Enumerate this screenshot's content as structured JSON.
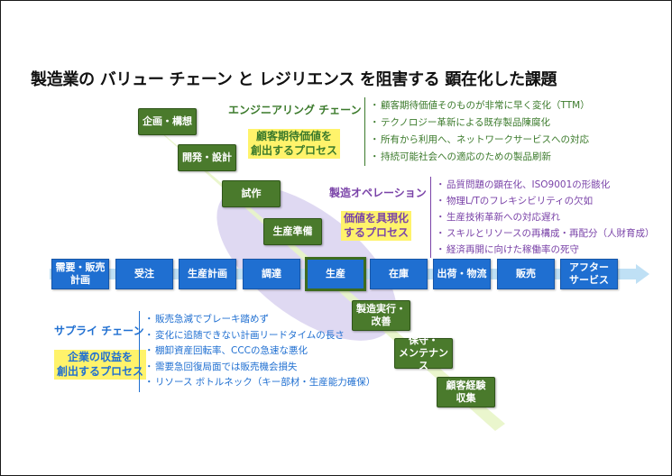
{
  "title": "製造業の バリュー チェーン と レジリエンス を阻害する 顕在化した課題",
  "engineering": {
    "label": "エンジニアリング チェーン",
    "highlight": [
      "顧客期待価値を",
      "創出するプロセス"
    ],
    "issues": [
      "顧客期待価値そのものが非常に早く変化（TTM）",
      "テクノロジー革新による既存製品陳腐化",
      "所有から利用へ、ネットワークサービスへの対応",
      "持続可能社会への適応のための製品刷新"
    ],
    "steps": [
      "企画・構想",
      "開発・設計",
      "試作",
      "生産準備"
    ]
  },
  "operation": {
    "label": "製造オペレーション",
    "highlight": [
      "価値を具現化",
      "するプロセス"
    ],
    "issues": [
      "品質問題の顕在化、ISO9001の形骸化",
      "物理L/Tのフレキシビリティの欠如",
      "生産技術革新への対応遅れ",
      "スキルとリソースの再構成・再配分（人財育成）",
      "経済再開に向けた稼働率の死守"
    ],
    "steps": [
      "製造実行・改善",
      "保守・メンテナンス",
      "顧客経験収集"
    ]
  },
  "supply": {
    "label": "サプライ チェーン",
    "highlight": [
      "企業の収益を",
      "創出するプロセス"
    ],
    "issues": [
      "販売急減でブレーキ踏めず",
      "変化に追随できない計画リードタイムの長さ",
      "棚卸資産回転率、CCCの急速な悪化",
      "需要急回復局面では販売機会損失",
      "リソース ボトルネック（キー部材・生産能力確保）"
    ],
    "steps": [
      [
        "需要・販売",
        "計画"
      ],
      [
        "受注"
      ],
      [
        "生産計画"
      ],
      [
        "調達"
      ],
      [
        "生産"
      ],
      [
        "在庫"
      ],
      [
        "出荷・物流"
      ],
      [
        "販売"
      ],
      [
        "アフター",
        "サービス"
      ]
    ]
  },
  "bullet": "・",
  "colors": {
    "green": "#4a7a2c",
    "green_text": "#3b7a2b",
    "blue": "#1f6fd1",
    "purple": "#7a43a8",
    "highlight": "#fff36b",
    "ellipse": "#d9d2f0"
  }
}
